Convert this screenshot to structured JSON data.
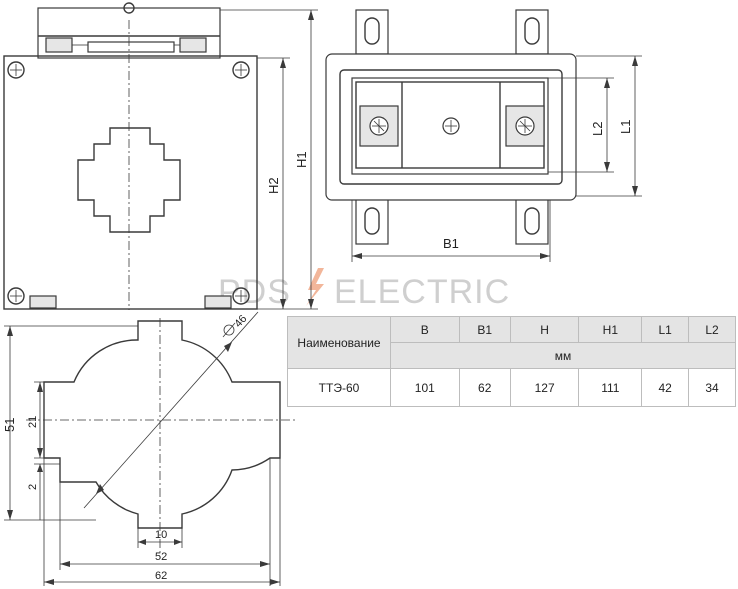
{
  "watermark": {
    "left": "PDS",
    "right": "ELECTRIC",
    "bolt_color": "#f2b69a"
  },
  "front_view": {
    "labels": {
      "h1": "H1",
      "h2": "H2"
    }
  },
  "side_view": {
    "labels": {
      "b1": "B1",
      "l1": "L1",
      "l2": "L2"
    }
  },
  "section_view": {
    "labels": {
      "diameter": "46",
      "d51": "51",
      "d21": "21",
      "d2": "2",
      "d10": "10",
      "d52": "52",
      "d62": "62"
    }
  },
  "table": {
    "name_header": "Наименование",
    "columns": [
      "B",
      "B1",
      "H",
      "H1",
      "L1",
      "L2"
    ],
    "unit": "мм",
    "rows": [
      {
        "name": "ТТЭ-60",
        "values": [
          "101",
          "62",
          "127",
          "111",
          "42",
          "34"
        ]
      }
    ]
  }
}
